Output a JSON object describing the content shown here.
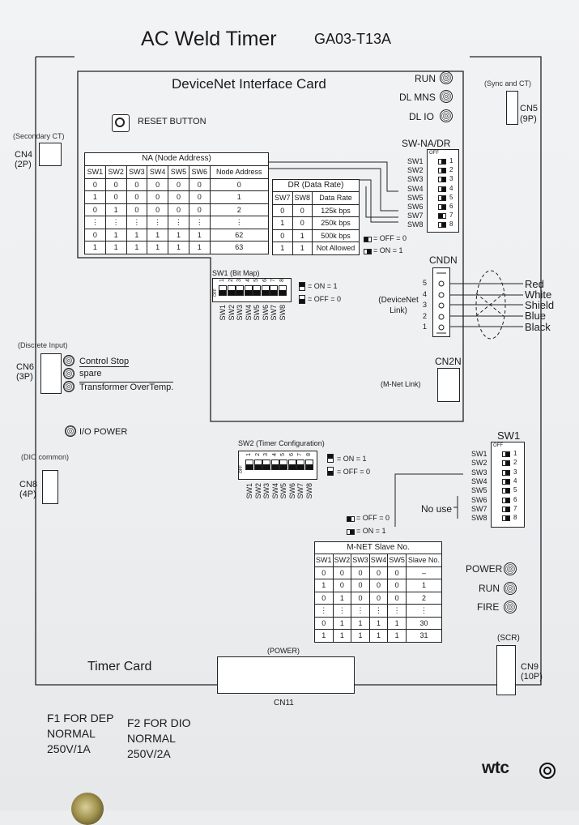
{
  "header": {
    "title": "AC Weld Timer",
    "model": "GA03-T13A"
  },
  "card": {
    "title": "DeviceNet Interface Card",
    "reset_label": "RESET BUTTON"
  },
  "leds_top": [
    {
      "label": "RUN"
    },
    {
      "label": "DL MNS"
    },
    {
      "label": "DL IO"
    }
  ],
  "connectors": {
    "cn4": {
      "caption": "(Secondary CT)",
      "name": "CN4",
      "pins": "(2P)"
    },
    "cn5": {
      "caption": "(Sync and CT)",
      "name": "CN5",
      "pins": "(9P)"
    },
    "cn6": {
      "caption": "(Discrete Input)",
      "name": "CN6",
      "pins": "(3P)"
    },
    "cn8": {
      "caption": "(DIO common)",
      "name": "CN8",
      "pins": "(4P)"
    },
    "cn9": {
      "caption": "(SCR)",
      "name": "CN9",
      "pins": "(10P)"
    },
    "cndn": {
      "name": "CNDN",
      "caption": "(DeviceNet Link)"
    },
    "cn2n": {
      "name": "CN2N",
      "caption": "(M-Net Link)"
    },
    "cn11": {
      "caption": "(POWER)",
      "name": "CN11"
    }
  },
  "na_table": {
    "title": "NA (Node Address)",
    "headers": [
      "SW1",
      "SW2",
      "SW3",
      "SW4",
      "SW5",
      "SW6",
      "Node Address"
    ],
    "rows": [
      [
        "0",
        "0",
        "0",
        "0",
        "0",
        "0",
        "0"
      ],
      [
        "1",
        "0",
        "0",
        "0",
        "0",
        "0",
        "1"
      ],
      [
        "0",
        "1",
        "0",
        "0",
        "0",
        "0",
        "2"
      ],
      [
        "⋮",
        "⋮",
        "⋮",
        "⋮",
        "⋮",
        "⋮",
        "⋮"
      ],
      [
        "0",
        "1",
        "1",
        "1",
        "1",
        "1",
        "62"
      ],
      [
        "1",
        "1",
        "1",
        "1",
        "1",
        "1",
        "63"
      ]
    ]
  },
  "dr_table": {
    "title": "DR (Data Rate)",
    "headers": [
      "SW7",
      "SW8",
      "Data Rate"
    ],
    "rows": [
      [
        "0",
        "0",
        "125k bps"
      ],
      [
        "1",
        "0",
        "250k bps"
      ],
      [
        "0",
        "1",
        "500k bps"
      ],
      [
        "1",
        "1",
        "Not Allowed"
      ]
    ]
  },
  "swna": {
    "title": "SW-NA/DR",
    "off": "OFF",
    "labels": [
      "SW1",
      "SW2",
      "SW3",
      "SW4",
      "SW5",
      "SW6",
      "SW7",
      "SW8"
    ],
    "numbers": [
      "1",
      "2",
      "3",
      "4",
      "5",
      "6",
      "7",
      "8"
    ],
    "legend_off": "= OFF = 0",
    "legend_on": "= ON = 1"
  },
  "bitmap": {
    "title": "SW1 (Bit Map)",
    "off": "OFF",
    "numbers": [
      "1",
      "2",
      "3",
      "4",
      "5",
      "6",
      "7",
      "8"
    ],
    "labels": [
      "SW1",
      "SW2",
      "SW3",
      "SW4",
      "SW5",
      "SW6",
      "SW7",
      "SW8"
    ],
    "legend_on": "= ON = 1",
    "legend_off": "= OFF = 0"
  },
  "devicenet": {
    "pins": [
      "5",
      "4",
      "3",
      "2",
      "1"
    ],
    "wires": [
      "Red",
      "White",
      "Shield",
      "Blue",
      "Black"
    ]
  },
  "discrete_inputs": [
    "Control Stop",
    "spare",
    "Transformer OverTemp."
  ],
  "io_power": "I/O POWER",
  "sw2": {
    "title": "SW2 (Timer Configuration)",
    "off": "OFF",
    "numbers": [
      "1",
      "2",
      "3",
      "4",
      "5",
      "6",
      "7",
      "8"
    ],
    "labels": [
      "SW1",
      "SW2",
      "SW3",
      "SW4",
      "SW5",
      "SW6",
      "SW7",
      "SW8"
    ],
    "legend_on": "= ON = 1",
    "legend_off": "= OFF = 0"
  },
  "sw1_right": {
    "title": "SW1",
    "off": "OFF",
    "labels": [
      "SW1",
      "SW2",
      "SW3",
      "SW4",
      "SW5",
      "SW6",
      "SW7",
      "SW8"
    ],
    "numbers": [
      "1",
      "2",
      "3",
      "4",
      "5",
      "6",
      "7",
      "8"
    ],
    "no_use": "No use"
  },
  "mnet_legend": {
    "off": "= OFF = 0",
    "on": "= ON = 1"
  },
  "mnet_table": {
    "title": "M-NET Slave No.",
    "headers": [
      "SW1",
      "SW2",
      "SW3",
      "SW4",
      "SW5",
      "Slave No."
    ],
    "rows": [
      [
        "0",
        "0",
        "0",
        "0",
        "0",
        "–"
      ],
      [
        "1",
        "0",
        "0",
        "0",
        "0",
        "1"
      ],
      [
        "0",
        "1",
        "0",
        "0",
        "0",
        "2"
      ],
      [
        "⋮",
        "⋮",
        "⋮",
        "⋮",
        "⋮",
        "⋮"
      ],
      [
        "0",
        "1",
        "1",
        "1",
        "1",
        "30"
      ],
      [
        "1",
        "1",
        "1",
        "1",
        "1",
        "31"
      ]
    ]
  },
  "leds_bottom": [
    {
      "label": "POWER"
    },
    {
      "label": "RUN"
    },
    {
      "label": "FIRE"
    }
  ],
  "timer_card": "Timer Card",
  "fuses": {
    "f1": {
      "line1": "F1 FOR DEP",
      "line2": "NORMAL",
      "line3": "250V/1A"
    },
    "f2": {
      "line1": "F2 FOR DIO",
      "line2": "NORMAL",
      "line3": "250V/2A"
    }
  },
  "logo": {
    "text": "wtc"
  }
}
